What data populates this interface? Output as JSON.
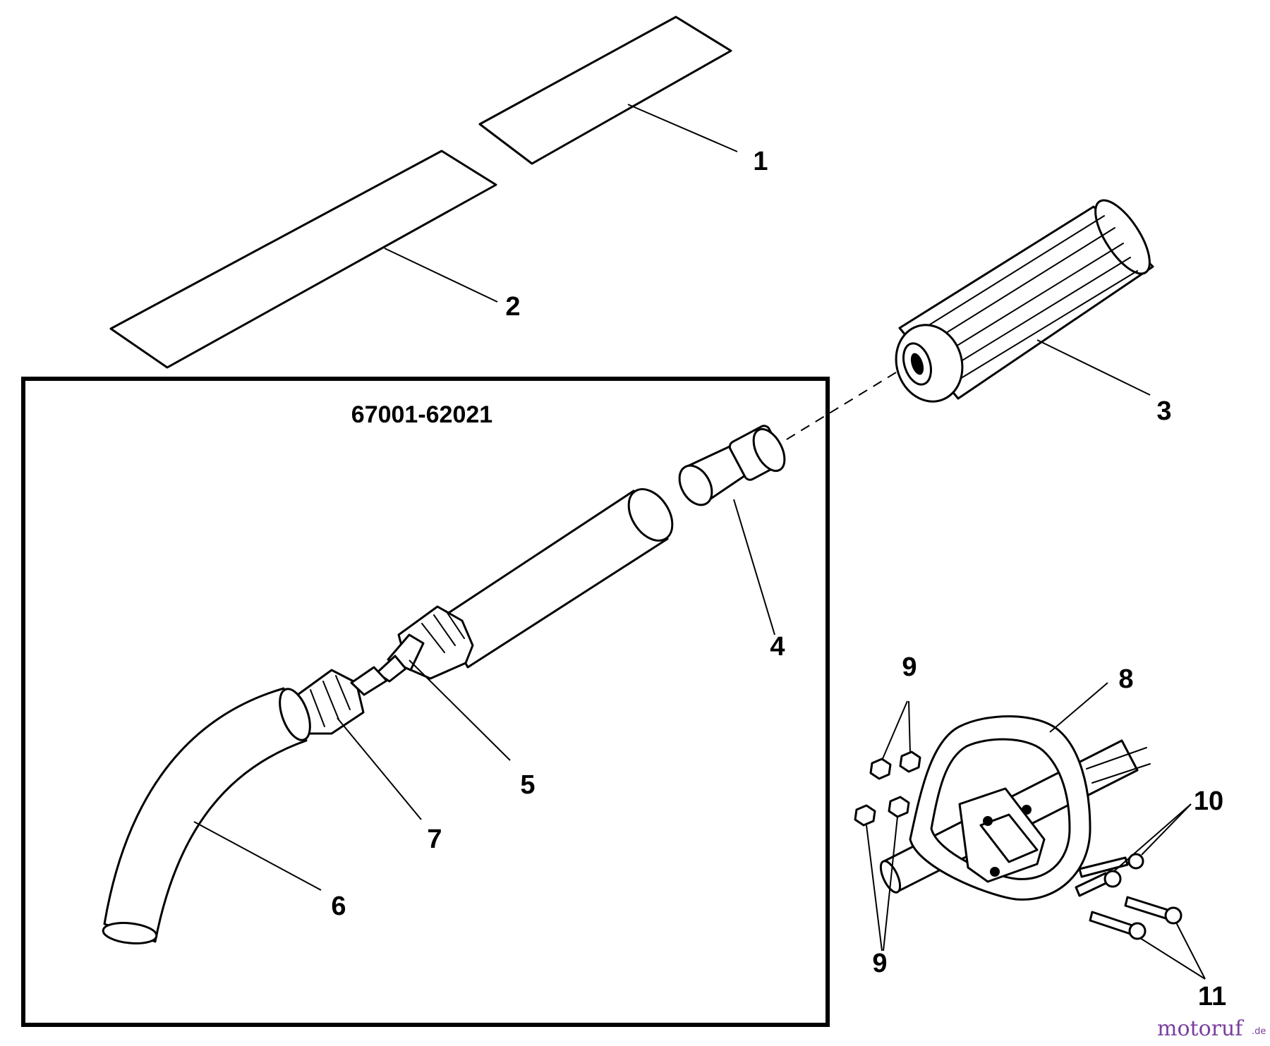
{
  "kit_number": "67001-62021",
  "callouts": {
    "c1": "1",
    "c2": "2",
    "c3": "3",
    "c4": "4",
    "c5": "5",
    "c6": "6",
    "c7": "7",
    "c8": "8",
    "c9_top": "9",
    "c9_bottom": "9",
    "c10": "10",
    "c11": "11"
  },
  "watermark": {
    "main": "motoruf",
    "suffix": ".de",
    "color": "#7a3fa0"
  }
}
